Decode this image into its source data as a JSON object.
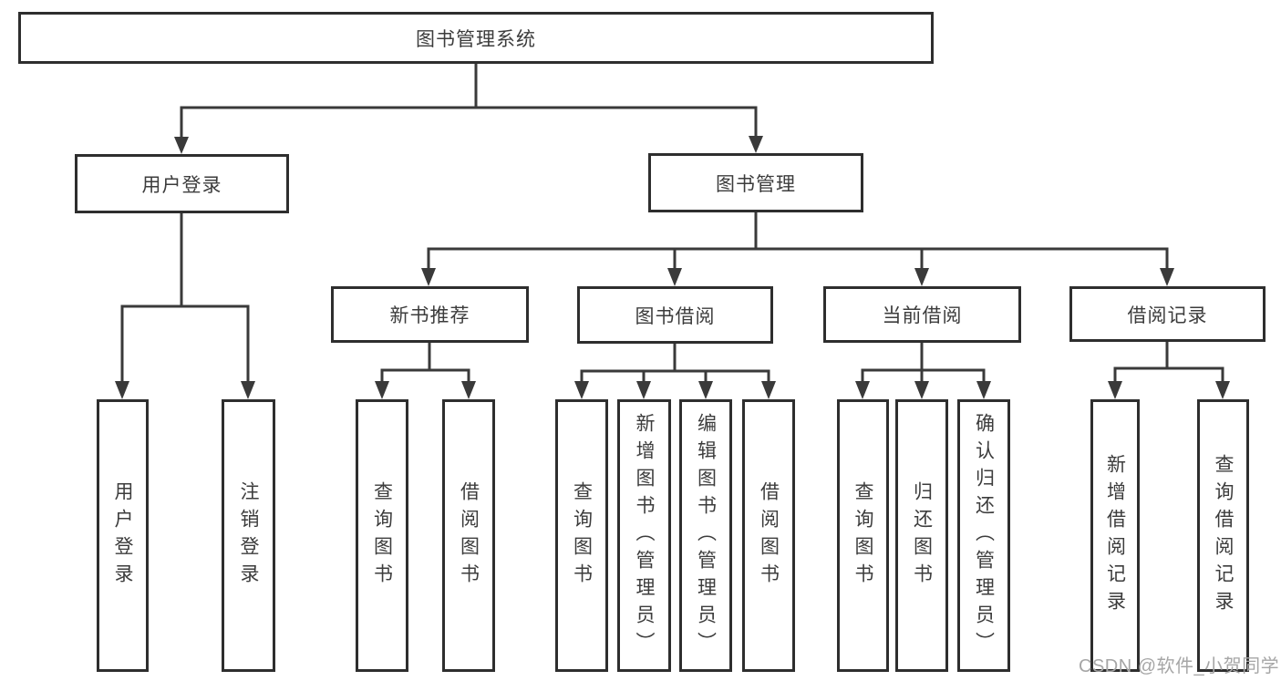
{
  "tree": {
    "root": {
      "label": "图书管理系统",
      "children": [
        {
          "label": "用户登录",
          "children": [
            {
              "label": "用户登录"
            },
            {
              "label": "注销登录"
            }
          ]
        },
        {
          "label": "图书管理",
          "children": [
            {
              "label": "新书推荐",
              "children": [
                {
                  "label": "查询图书"
                },
                {
                  "label": "借阅图书"
                }
              ]
            },
            {
              "label": "图书借阅",
              "children": [
                {
                  "label": "查询图书"
                },
                {
                  "label": "新增图书（管理员）"
                },
                {
                  "label": "编辑图书（管理员）"
                },
                {
                  "label": "借阅图书"
                }
              ]
            },
            {
              "label": "当前借阅",
              "children": [
                {
                  "label": "查询图书"
                },
                {
                  "label": "归还图书"
                },
                {
                  "label": "确认归还（管理员）"
                }
              ]
            },
            {
              "label": "借阅记录",
              "children": [
                {
                  "label": "新增借阅记录"
                },
                {
                  "label": "查询借阅记录"
                }
              ]
            }
          ]
        }
      ]
    }
  },
  "watermark": {
    "text": "CSDN @软件_小贺同学"
  },
  "colors": {
    "line-color": "#3a3a3a",
    "border-color": "#2e2e2e",
    "text-color": "#3c3c3c",
    "watermark-color": "#a6a6a6",
    "bg-color": "#ffffff"
  }
}
